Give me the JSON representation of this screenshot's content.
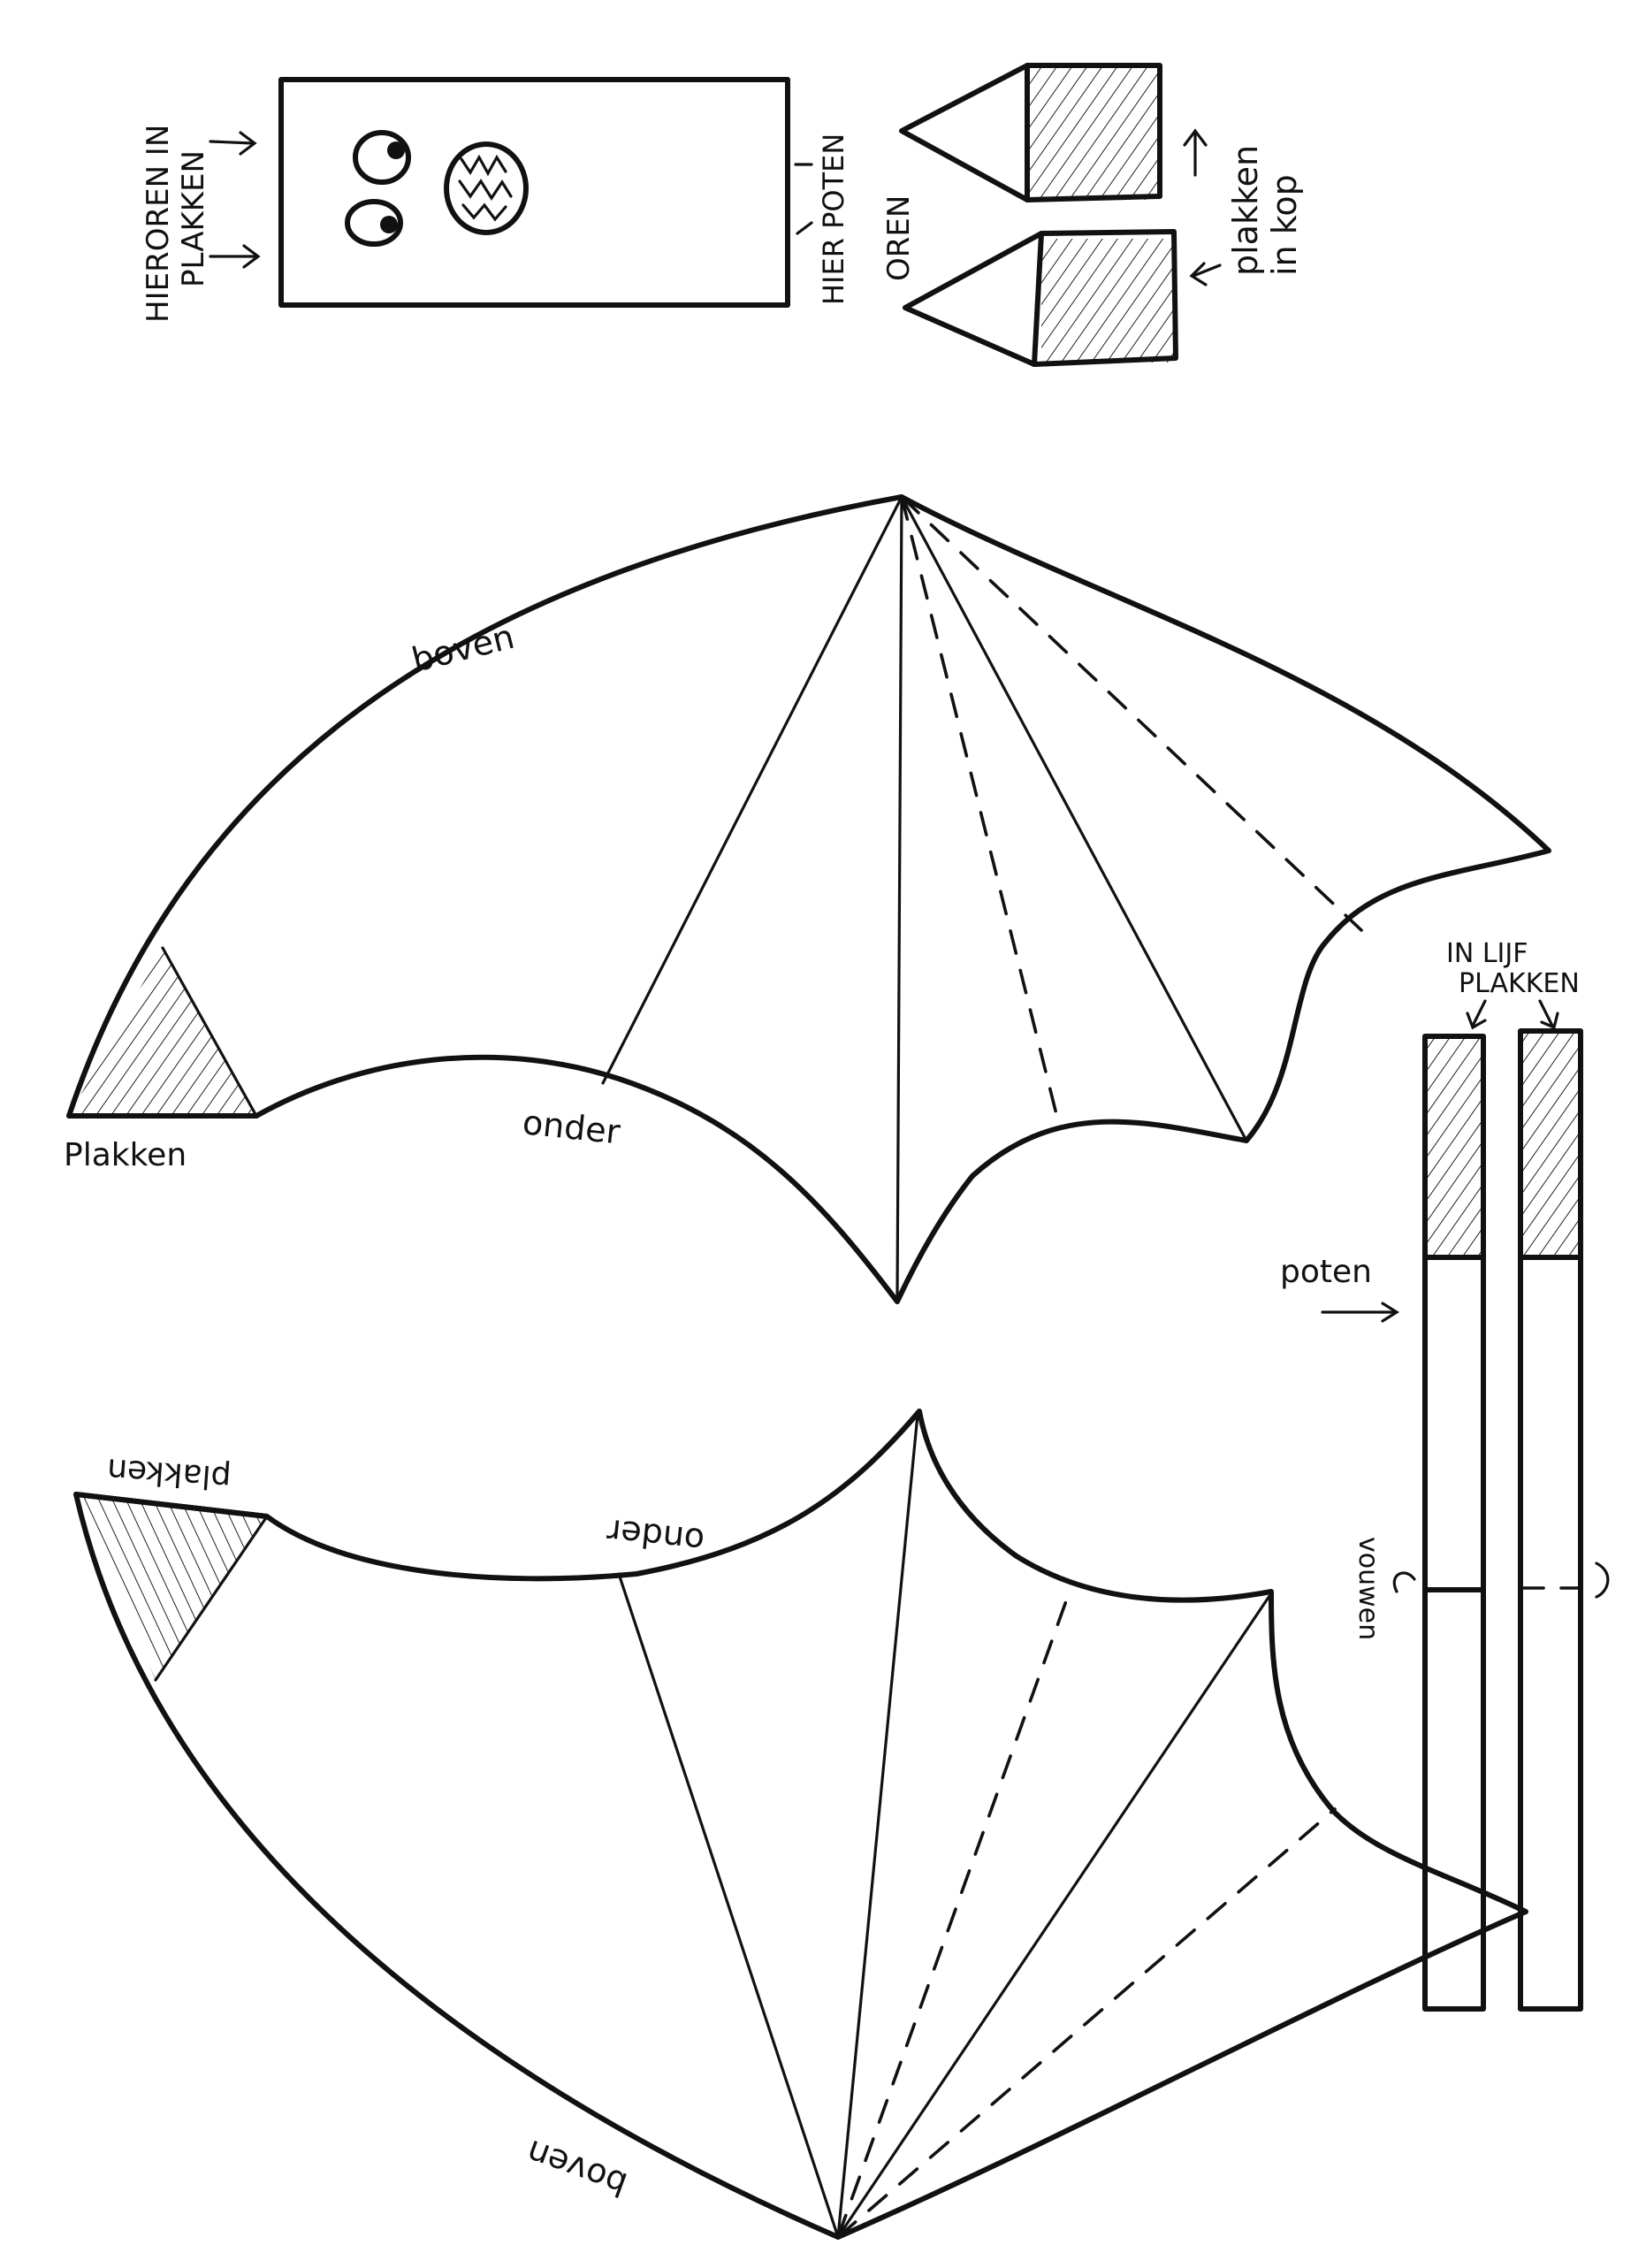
{
  "head": {
    "label_ears": [
      "HIEROREN IN",
      "PLAKKEN"
    ],
    "label_legs": "HIER POTEN"
  },
  "ears": {
    "label_ears": "OREN",
    "label_glue": [
      "plakken",
      "in kop"
    ]
  },
  "wing_top": {
    "label_top": "boven",
    "label_bottom": "onder",
    "label_glue": "Plakken"
  },
  "wing_bottom": {
    "label_top": "boven",
    "label_bottom": "onder",
    "label_glue": "plakken"
  },
  "legs": {
    "label_glue": [
      "IN LIJF",
      "PLAKKEN"
    ],
    "label_legs": "poten",
    "label_fold": "vouwen"
  }
}
